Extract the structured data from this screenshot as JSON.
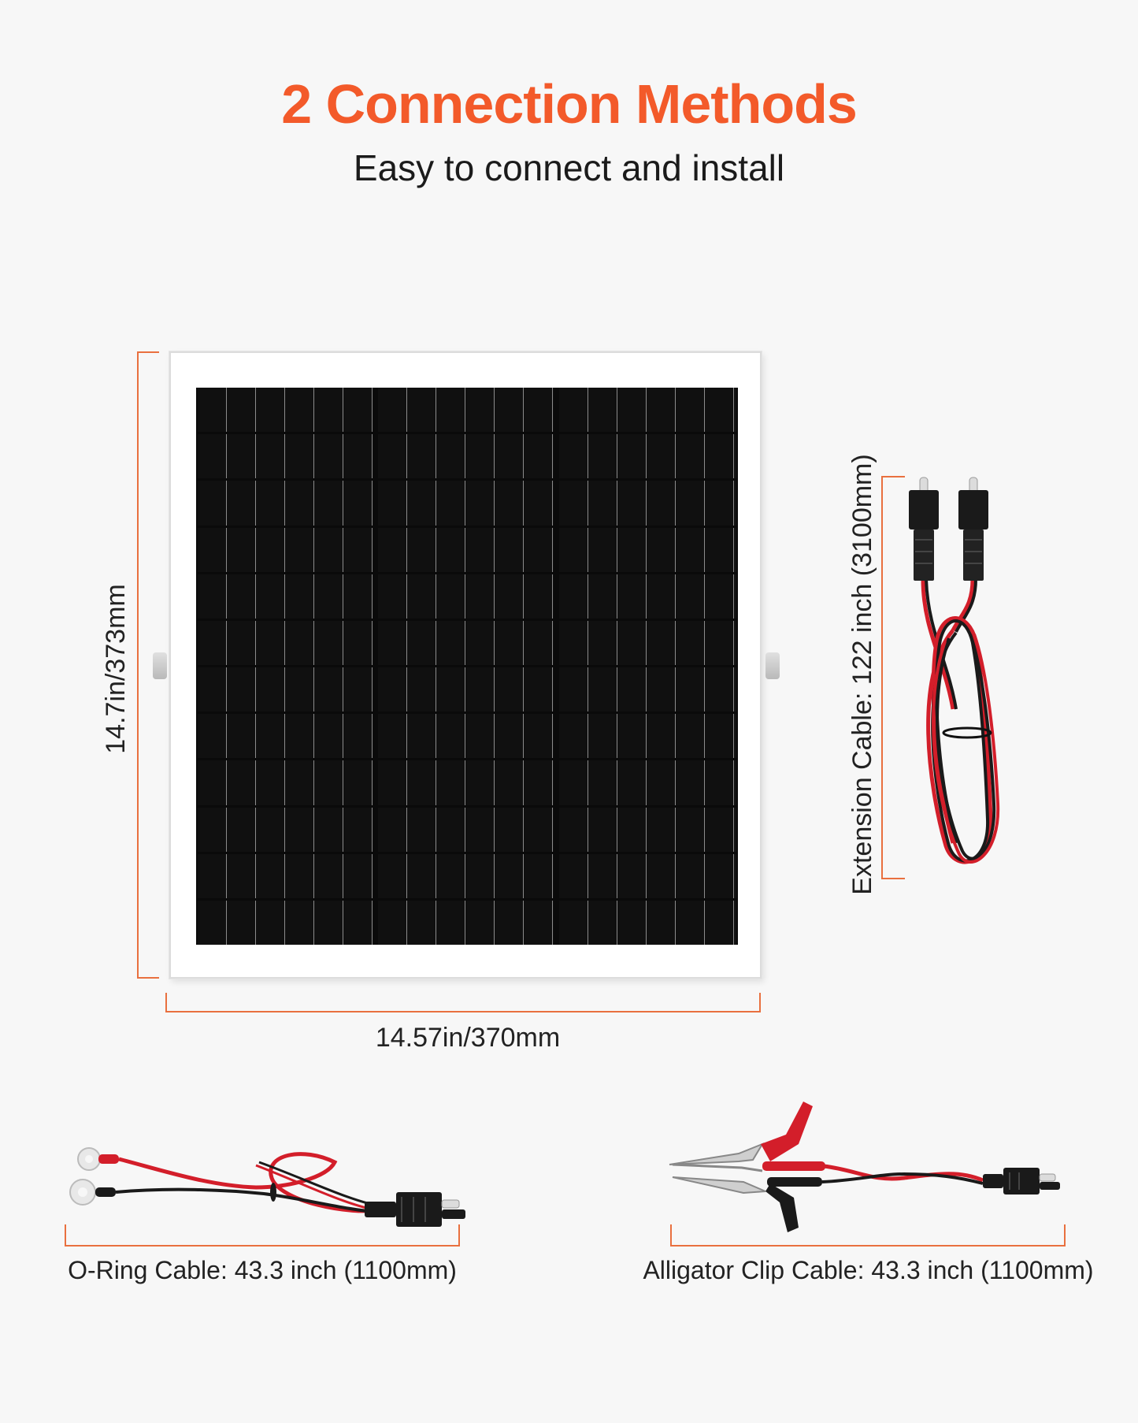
{
  "header": {
    "title": "2 Connection Methods",
    "subtitle": "Easy to connect and install"
  },
  "panel": {
    "height_label": "14.7in/373mm",
    "width_label": "14.57in/370mm"
  },
  "cables": {
    "extension_label": "Extension Cable: 122 inch (3100mm)",
    "oring_label": "O-Ring Cable: 43.3 inch (1100mm)",
    "alligator_label": "Alligator Clip Cable: 43.3 inch (1100mm)"
  },
  "colors": {
    "accent": "#f35a2a",
    "dimension": "#e9703f",
    "wire_red": "#d31e2a",
    "wire_black": "#1a1a1a",
    "background": "#f7f7f7"
  }
}
